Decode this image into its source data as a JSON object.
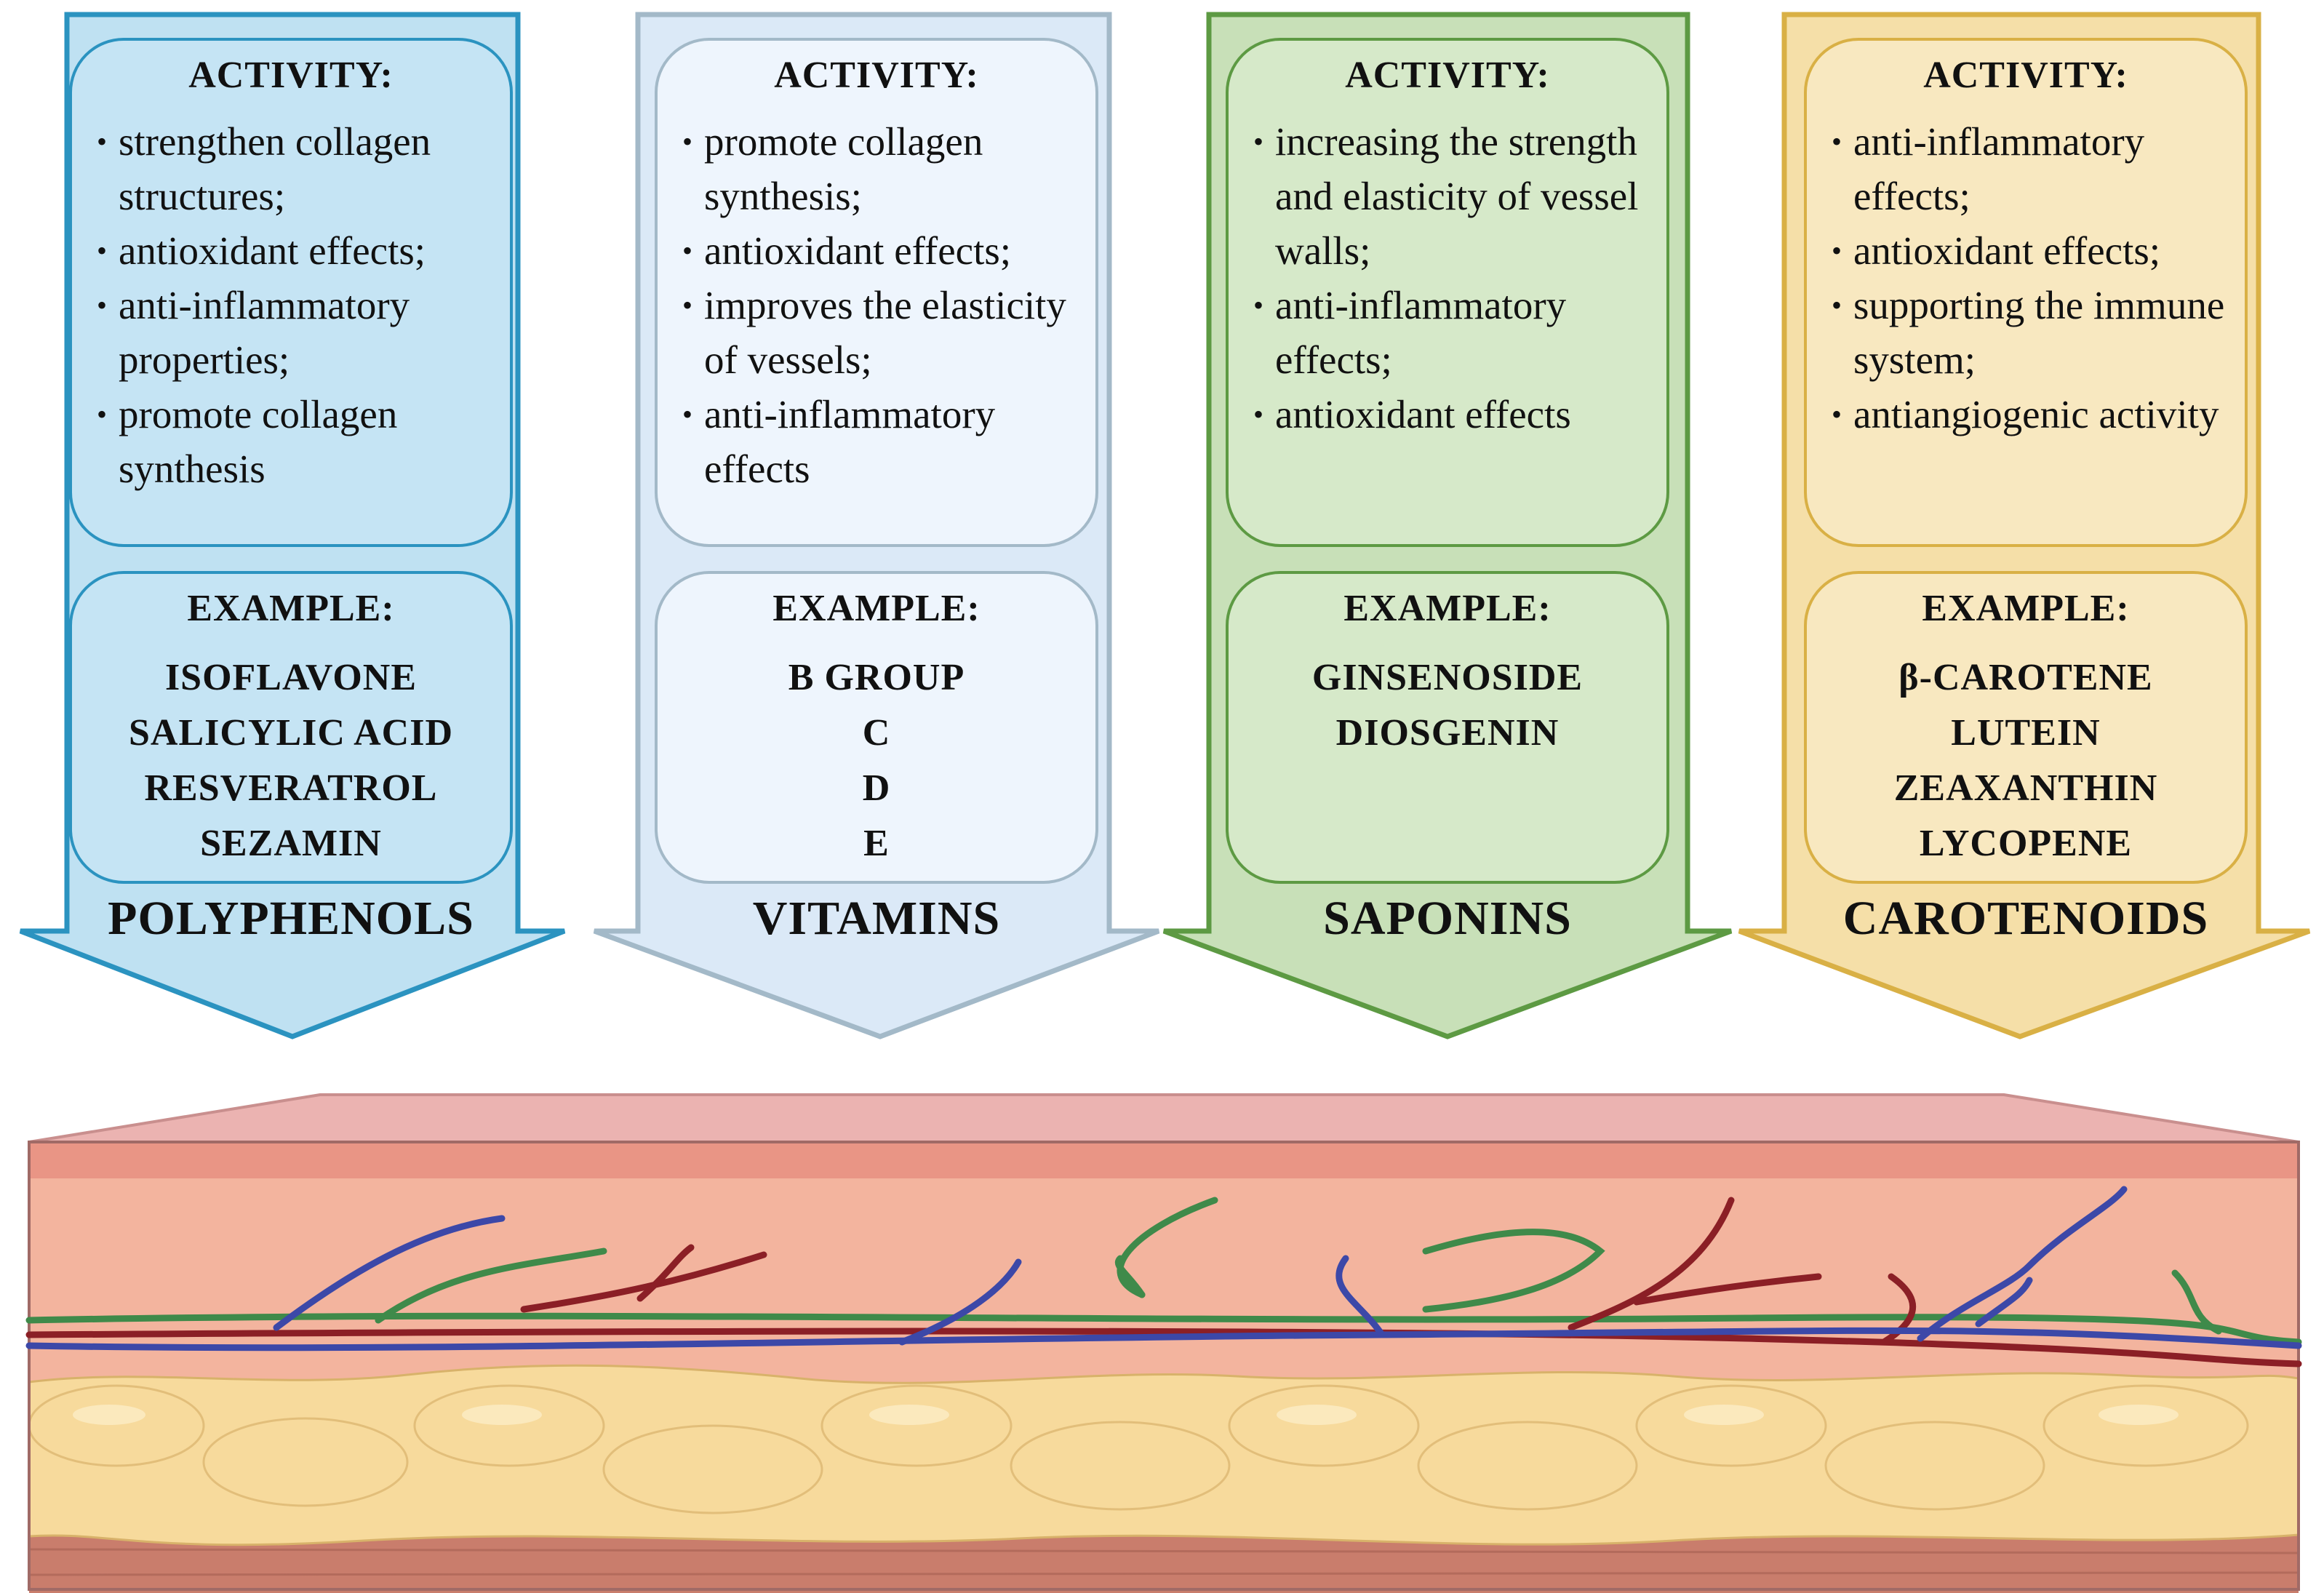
{
  "columns": [
    {
      "name": "POLYPHENOLS",
      "activity_title": "ACTIVITY:",
      "activity": [
        "strengthen collagen structures;",
        "antioxidant effects;",
        "anti-inflammatory properties;",
        "promote collagen synthesis"
      ],
      "example_title": "EXAMPLE:",
      "examples": [
        "ISOFLAVONE",
        "SALICYLIC ACID",
        "RESVERATROL",
        "SEZAMIN"
      ],
      "colors": {
        "arrow_fill": "#bfe1f2",
        "arrow_stroke": "#2b93c0",
        "box_fill": "#c5e4f4",
        "box_stroke": "#2b93c0"
      }
    },
    {
      "name": "VITAMINS",
      "activity_title": "ACTIVITY:",
      "activity": [
        "promote collagen synthesis;",
        "antioxidant effects;",
        "improves the elasticity of vessels;",
        "anti-inflammatory effects"
      ],
      "example_title": "EXAMPLE:",
      "examples": [
        "B GROUP",
        "C",
        "D",
        "E"
      ],
      "colors": {
        "arrow_fill": "#dbe9f7",
        "arrow_stroke": "#a3b9c8",
        "box_fill": "#eef5fd",
        "box_stroke": "#a3b9c8"
      }
    },
    {
      "name": "SAPONINS",
      "activity_title": "ACTIVITY:",
      "activity": [
        "increasing the strength and elasticity of vessel walls;",
        "anti-inflammatory effects;",
        "antioxidant effects"
      ],
      "example_title": "EXAMPLE:",
      "examples": [
        "GINSENOSIDE",
        "DIOSGENIN"
      ],
      "colors": {
        "arrow_fill": "#c8e0b8",
        "arrow_stroke": "#5d9a43",
        "box_fill": "#d6e9c9",
        "box_stroke": "#5d9a43"
      }
    },
    {
      "name": "CAROTENOIDS",
      "activity_title": "ACTIVITY:",
      "activity": [
        "anti-inflammatory effects;",
        "antioxidant effects;",
        "supporting the immune system;",
        "antiangiogenic activity"
      ],
      "example_title": "EXAMPLE:",
      "examples": [
        "β-CAROTENE",
        "LUTEIN",
        "ZEAXANTHIN",
        "LYCOPENE"
      ],
      "colors": {
        "arrow_fill": "#f5dfa8",
        "arrow_stroke": "#d9b045",
        "box_fill": "#f8e8c0",
        "box_stroke": "#d9b045"
      }
    }
  ],
  "skin_colors": {
    "top_face": "#ebb3b1",
    "epidermis": "#e99585",
    "dermis": "#f3b49e",
    "fat": "#f7da9c",
    "fat_highlight": "#fbe9bd",
    "muscle": "#c97d6c",
    "artery": "#8b1f26",
    "vein": "#3c48a8",
    "lymph": "#3f8a4a"
  }
}
